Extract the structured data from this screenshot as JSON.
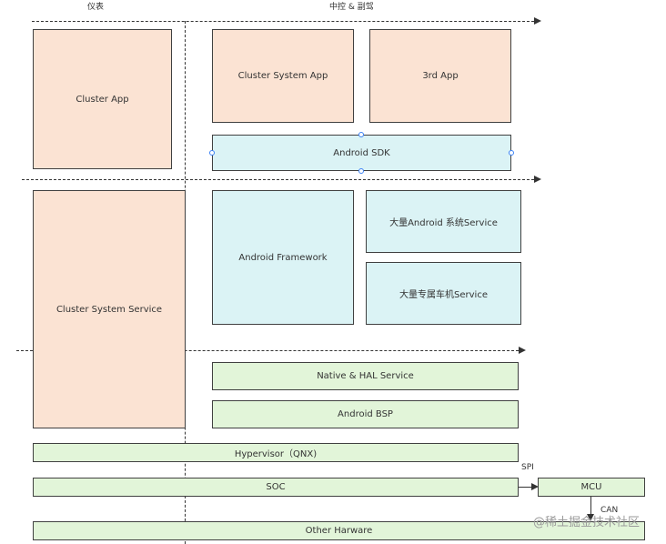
{
  "section_labels": {
    "cluster": "仪表",
    "center": "中控 & 副驾"
  },
  "boxes": {
    "cluster_app": "Cluster App",
    "cluster_system_app": "Cluster System App",
    "third_app": "3rd App",
    "android_sdk": "Android SDK",
    "cluster_system_service": "Cluster System Service",
    "android_framework": "Android Framework",
    "android_system_service": "大量Android 系统Service",
    "vehicle_service": "大量专属车机Service",
    "native_hal_service": "Native & HAL Service",
    "android_bsp": "Android BSP",
    "hypervisor": "Hypervisor（QNX)",
    "soc": "SOC",
    "mcu": "MCU",
    "other_hardware": "Other Harware"
  },
  "links": {
    "spi": "SPI",
    "can": "CAN"
  },
  "watermark": "@稀土掘金技术社区",
  "colors": {
    "app_layer": "#fbe3d3",
    "framework_layer": "#dbf3f5",
    "system_layer": "#e2f5d9"
  }
}
